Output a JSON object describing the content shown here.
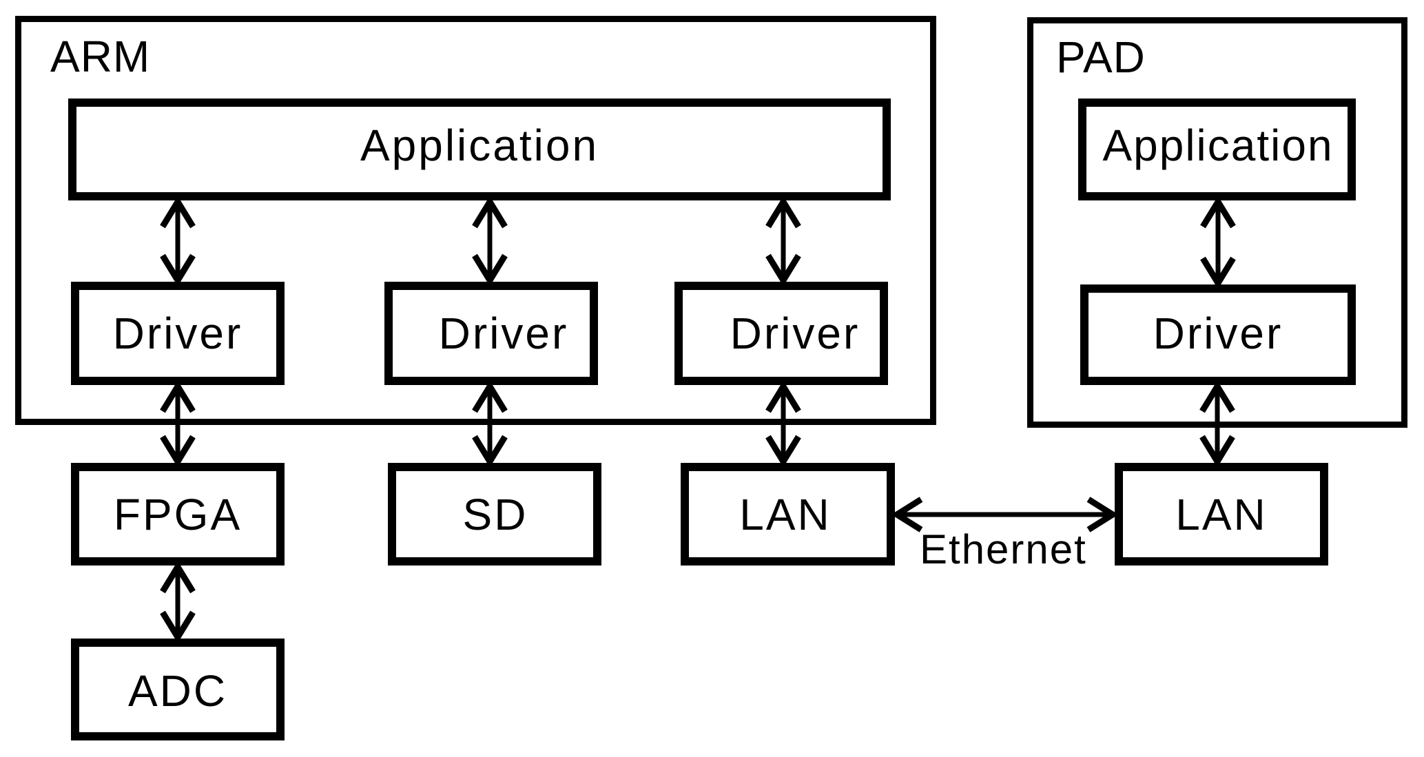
{
  "diagram": {
    "type": "block-diagram",
    "colors": {
      "stroke": "#000000",
      "background": "#ffffff"
    },
    "containers": [
      {
        "id": "arm",
        "label": "ARM"
      },
      {
        "id": "pad",
        "label": "PAD"
      }
    ],
    "nodes": [
      {
        "id": "arm_app",
        "label": "Application",
        "container": "arm"
      },
      {
        "id": "arm_drv1",
        "label": "Driver",
        "container": "arm"
      },
      {
        "id": "arm_drv2",
        "label": "Driver",
        "container": "arm"
      },
      {
        "id": "arm_drv3",
        "label": "Driver",
        "container": "arm"
      },
      {
        "id": "fpga",
        "label": "FPGA"
      },
      {
        "id": "sd",
        "label": "SD"
      },
      {
        "id": "lan_arm",
        "label": "LAN"
      },
      {
        "id": "adc",
        "label": "ADC"
      },
      {
        "id": "pad_app",
        "label": "Application",
        "container": "pad"
      },
      {
        "id": "pad_drv",
        "label": "Driver",
        "container": "pad"
      },
      {
        "id": "lan_pad",
        "label": "LAN"
      }
    ],
    "edges": [
      {
        "from": "arm_app",
        "to": "arm_drv1",
        "direction": "bidirectional"
      },
      {
        "from": "arm_app",
        "to": "arm_drv2",
        "direction": "bidirectional"
      },
      {
        "from": "arm_app",
        "to": "arm_drv3",
        "direction": "bidirectional"
      },
      {
        "from": "arm_drv1",
        "to": "fpga",
        "direction": "bidirectional"
      },
      {
        "from": "arm_drv2",
        "to": "sd",
        "direction": "bidirectional"
      },
      {
        "from": "arm_drv3",
        "to": "lan_arm",
        "direction": "bidirectional"
      },
      {
        "from": "fpga",
        "to": "adc",
        "direction": "bidirectional"
      },
      {
        "from": "pad_app",
        "to": "pad_drv",
        "direction": "bidirectional"
      },
      {
        "from": "pad_drv",
        "to": "lan_pad",
        "direction": "bidirectional"
      },
      {
        "from": "lan_arm",
        "to": "lan_pad",
        "direction": "bidirectional",
        "label": "Ethernet"
      }
    ]
  }
}
